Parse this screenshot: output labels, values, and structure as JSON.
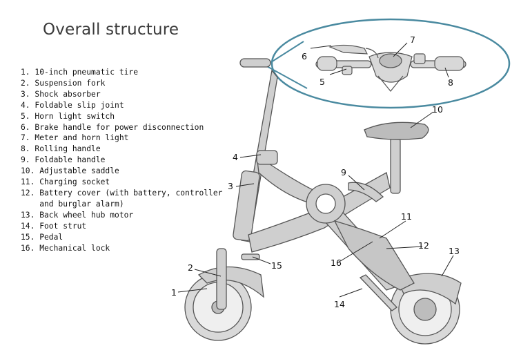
{
  "title": "Overall structure",
  "parts": [
    "1. 10-inch pneumatic tire",
    "2. Suspension fork",
    "3. Shock absorber",
    "4. Foldable slip joint",
    "5. Horn light switch",
    "6. Brake handle for power disconnection",
    "7. Meter and horn light",
    "8. Rolling handle",
    "9. Foldable handle",
    "10. Adjustable saddle",
    "11. Charging socket",
    "12. Battery cover (with battery, controller",
    "    and burglar alarm)",
    "13. Back wheel hub motor",
    "14. Foot strut",
    "15. Pedal",
    "16. Mechanical lock"
  ],
  "callouts": {
    "c1": "1",
    "c2": "2",
    "c3": "3",
    "c4": "4",
    "c5": "5",
    "c6": "6",
    "c7": "7",
    "c8": "8",
    "c9": "9",
    "c10": "10",
    "c11": "11",
    "c12": "12",
    "c13": "13",
    "c14": "14",
    "c15": "15",
    "c16": "16"
  },
  "colors": {
    "bike": "#cfcfcf",
    "outline": "#555555",
    "zoom_ring": "#4a8aa0"
  }
}
